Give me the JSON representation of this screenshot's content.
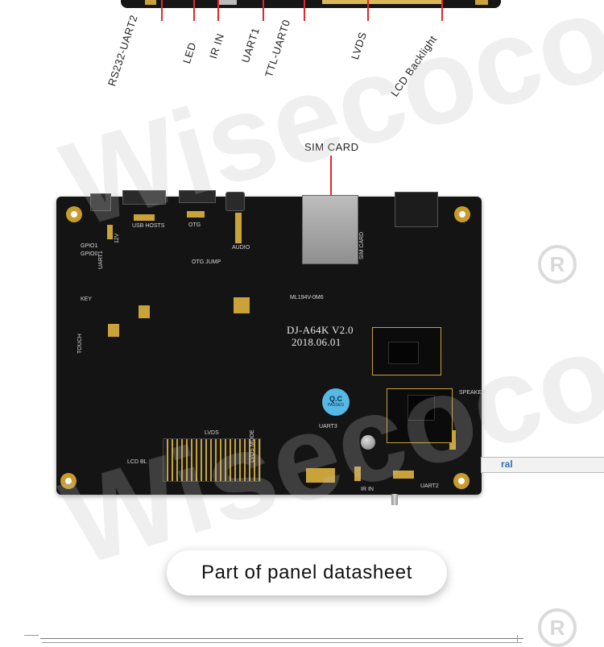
{
  "top_labels": [
    "RS232-UART2",
    "LED",
    "IR IN",
    "UART1",
    "TTL-UART0",
    "LVDS",
    "LCD Backlight"
  ],
  "sim_label": "SIM CARD",
  "board": {
    "model": "DJ-A64K V2.0",
    "date": "2018.06.01",
    "silkscreen": [
      "USB HOSTS",
      "OTG",
      "AUDIO",
      "OTG JUMP",
      "SIM CARD",
      "TOUCH",
      "LCD BL",
      "LVDS",
      "UART3",
      "IR IN",
      "UART2",
      "SPEAKER",
      "ML194V-0M6",
      "GPIO1",
      "GPIO0",
      "12V",
      "UART1",
      "LVDS MODE",
      "KEY"
    ],
    "qc_sticker": [
      "Q.C",
      "PASSED"
    ],
    "fpc_text": "ral"
  },
  "watermark": "Wisecoco",
  "section_title": "Part of panel datasheet",
  "colors": {
    "leader": "#e0282e",
    "board": "#141414",
    "gold": "#c9a23a"
  }
}
